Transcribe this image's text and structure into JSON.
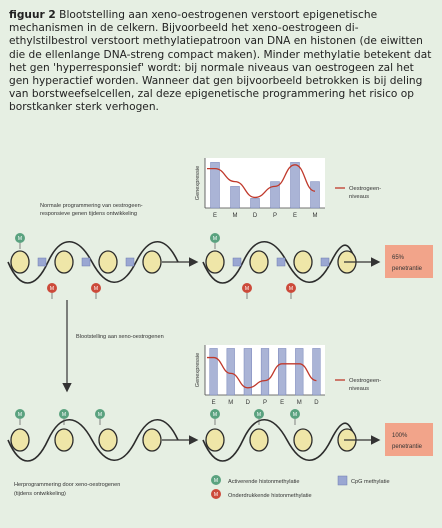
{
  "caption": {
    "label": "figuur 2",
    "text": " Blootstelling aan xeno-oestrogenen verstoort epigenetische mechanismen in de celkern. Bijvoorbeeld het xeno-oestrogeen di-ethylstilbestrol verstoort methylatiepatroon van DNA en histonen (de eiwitten die de ellenlange DNA-streng compact maken). Minder methylatie betekent dat het gen 'hyperresponsief' wordt: bij normale niveaus van oestrogeen zal het gen hyperactief worden. Wanneer dat gen bijvoorbeeld betrokken is bij deling van borstweefselcellen, zal deze epigenetische programmering het risico op borstkanker sterk verhogen."
  },
  "top_scenario": {
    "label_line1": "Normale programmering van oestrogeen-",
    "label_line2": "responsieve genen tijdens ontwikkeling",
    "outcome_percent": "65%",
    "outcome_label": "penetrantie"
  },
  "exposure_label": "Blootstelling aan xeno-oestrogenen",
  "bottom_scenario": {
    "label_line1": "Herprogrammering door xeno-oestrogenen",
    "label_line2": "(tijdens ontwikkeling)",
    "outcome_percent": "100%",
    "outcome_label": "penetrantie"
  },
  "chart_data": [
    {
      "type": "bar",
      "ylabel": "Genexpressie",
      "categories": [
        "E",
        "M",
        "D",
        "P",
        "E",
        "M"
      ],
      "values": [
        0.95,
        0.45,
        0.2,
        0.55,
        0.95,
        0.55
      ],
      "ylim": [
        0,
        1
      ],
      "series_line": {
        "name_line1": "Oestrogeen-",
        "name_line2": "niveaus",
        "values": [
          0.82,
          0.55,
          0.22,
          0.45,
          0.9,
          0.35
        ],
        "color": "#c0392b"
      },
      "legend_position": "right",
      "bar_color": "#aab4d6"
    },
    {
      "type": "bar",
      "ylabel": "Genexpressie",
      "categories": [
        "E",
        "M",
        "D",
        "P",
        "E",
        "M",
        "D"
      ],
      "values": [
        0.97,
        0.97,
        0.97,
        0.97,
        0.97,
        0.97,
        0.97
      ],
      "ylim": [
        0,
        1
      ],
      "series_line": {
        "name_line1": "Oestrogeen-",
        "name_line2": "niveaus",
        "values": [
          0.78,
          0.45,
          0.15,
          0.3,
          0.65,
          0.65,
          0.3
        ],
        "color": "#c0392b"
      },
      "legend_position": "right",
      "bar_color": "#aab4d6"
    }
  ],
  "legend": {
    "activating": "Activerende histonmethylatie",
    "repressive": "Onderdrukkende histonmethylatie",
    "cpg": "CpG methylatie",
    "activating_symbol": "M",
    "repressive_symbol": "M"
  },
  "colors": {
    "background": "#e6efe3",
    "activating": "#5aa27f",
    "repressive": "#cc4a3a",
    "cpg": "#9aa7d2",
    "dna": "#2c2c2c",
    "nucleosome": "#efe6a8",
    "outcome_box": "#f2a48a"
  }
}
